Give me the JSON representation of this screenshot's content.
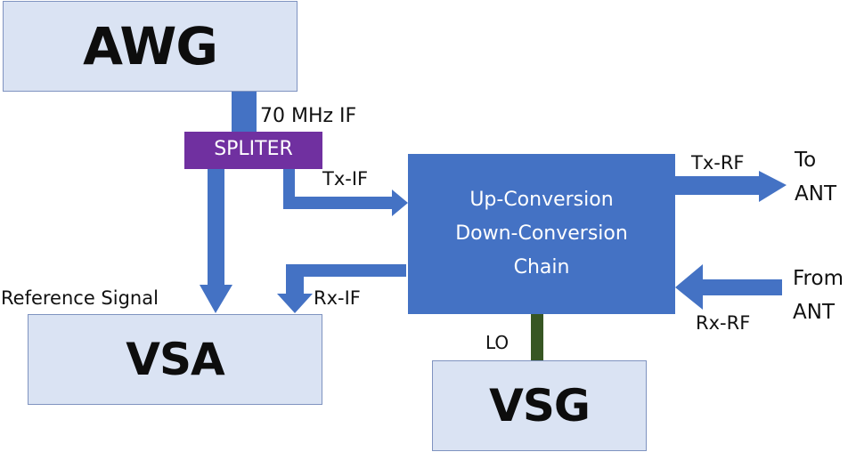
{
  "blocks": {
    "awg": "AWG",
    "vsa": "VSA",
    "vsg": "VSG",
    "splitter": "SPLITER",
    "chain": [
      "Up-Conversion",
      "Down-Conversion",
      "Chain"
    ]
  },
  "labels": {
    "if70": "70 MHz IF",
    "tx_if": "Tx-IF",
    "rx_if": "Rx-IF",
    "reference": "Reference Signal",
    "tx_rf": "Tx-RF",
    "rx_rf": "Rx-RF",
    "to_ant": [
      "To",
      "ANT"
    ],
    "from_ant": [
      "From",
      "ANT"
    ],
    "lo": "LO"
  },
  "colors": {
    "block_fill": "#dae3f3",
    "arrow": "#4472c4",
    "splitter": "#7030a0",
    "lo_line": "#375623"
  }
}
